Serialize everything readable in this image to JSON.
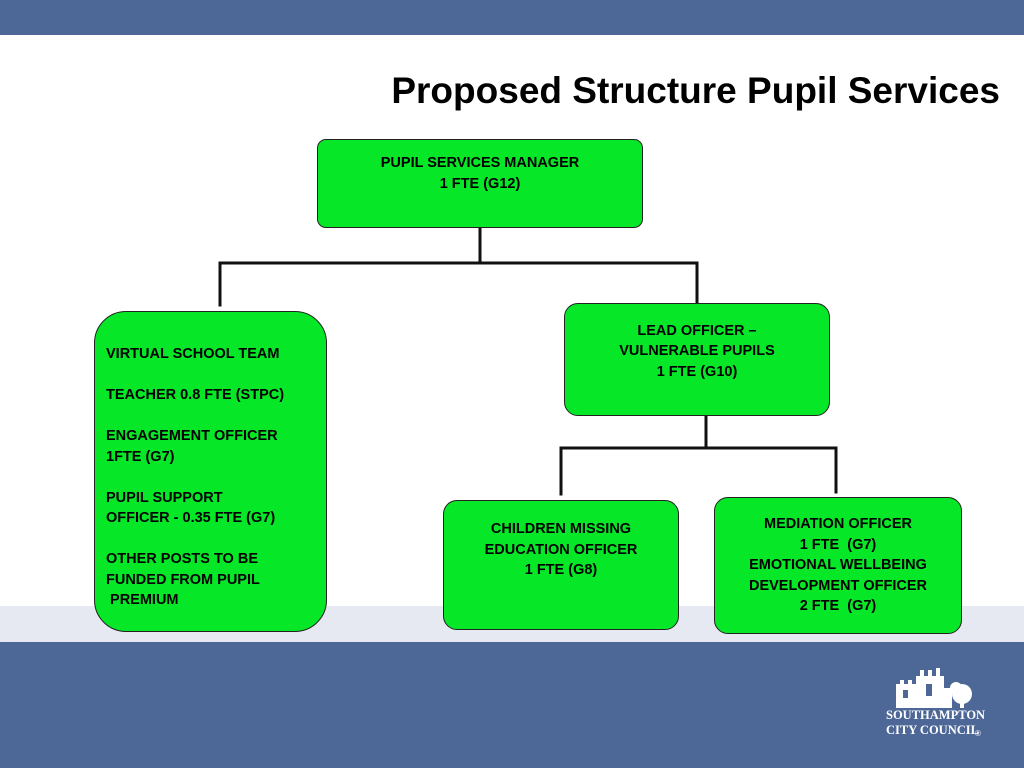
{
  "slide": {
    "title": "Proposed Structure Pupil Services"
  },
  "nodes": {
    "manager": {
      "lines": [
        "PUPIL SERVICES MANAGER",
        "1 FTE (G12)"
      ]
    },
    "virtual_school": {
      "lines": [
        "VIRTUAL SCHOOL TEAM",
        "",
        "TEACHER 0.8 FTE (STPC)",
        "",
        "ENGAGEMENT OFFICER",
        "1FTE (G7)",
        "",
        "PUPIL SUPPORT",
        "OFFICER - 0.35 FTE (G7)",
        "",
        "OTHER POSTS TO BE",
        "FUNDED FROM PUPIL",
        " PREMIUM"
      ]
    },
    "lead_officer": {
      "lines": [
        "LEAD OFFICER –",
        "VULNERABLE PUPILS",
        "1 FTE (G10)"
      ]
    },
    "children_missing": {
      "lines": [
        "CHILDREN MISSING",
        "EDUCATION OFFICER",
        "1 FTE (G8)"
      ]
    },
    "mediation": {
      "lines": [
        "MEDIATION OFFICER",
        "1 FTE  (G7)",
        "EMOTIONAL WELLBEING",
        "DEVELOPMENT OFFICER",
        "2 FTE  (G7)"
      ]
    }
  },
  "logo": {
    "line1": "SOUTHAMPTON",
    "line2": "CITY COUNCIL",
    "mark": "®"
  }
}
